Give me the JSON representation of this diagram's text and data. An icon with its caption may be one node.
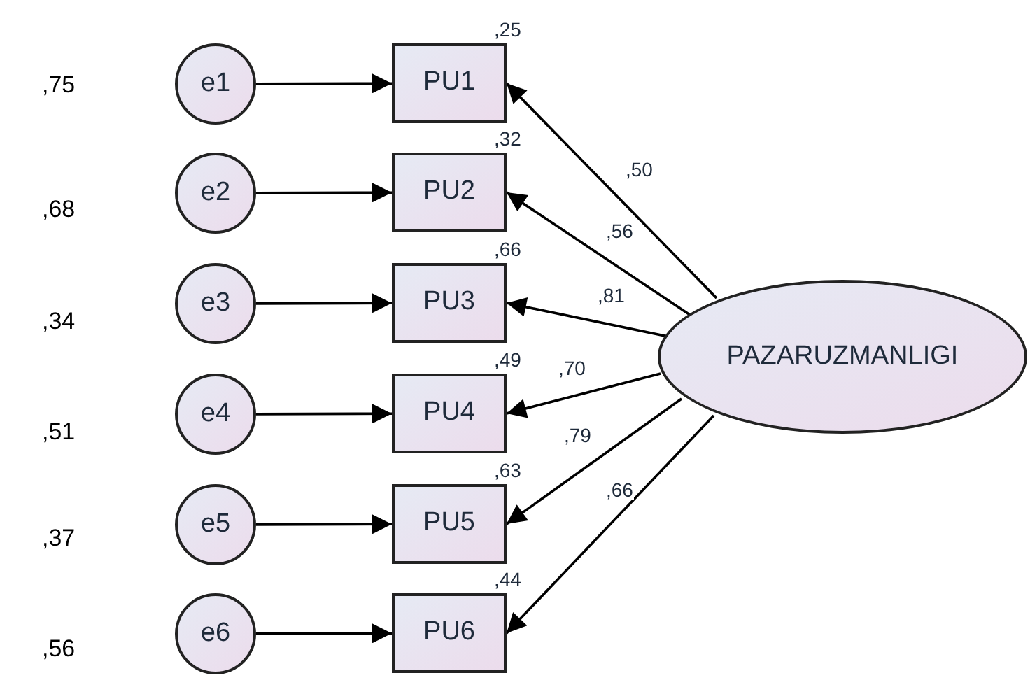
{
  "diagram": {
    "nodes": [
      {
        "text": [
          "e1"
        ]
      },
      {
        "text": [
          "e2"
        ]
      },
      {
        "text": [
          "e3"
        ]
      },
      {
        "text": [
          "e4"
        ]
      },
      {
        "text": [
          "e5"
        ]
      },
      {
        "text": [
          "e6"
        ]
      },
      {
        "text": [
          "PU1"
        ],
        "beside": [
          ",25"
        ]
      },
      {
        "text": [
          "PU2"
        ],
        "beside": [
          ",32"
        ]
      },
      {
        "text": [
          "PU3"
        ],
        "beside": [
          ",66"
        ]
      },
      {
        "text": [
          "PU4"
        ],
        "beside": [
          ",49"
        ]
      },
      {
        "text": [
          "PU5"
        ],
        "beside": [
          ",63"
        ]
      },
      {
        "text": [
          "PU6"
        ],
        "beside": [
          ",44"
        ]
      },
      {
        "text": [
          "PAZARUZMANLIGI"
        ]
      }
    ],
    "edges": [
      {
        "from": 0,
        "to": 6,
        "arrow": "to"
      },
      {
        "from": 1,
        "to": 7,
        "arrow": "to"
      },
      {
        "from": 2,
        "to": 8,
        "arrow": "to"
      },
      {
        "from": 3,
        "to": 9,
        "arrow": "to"
      },
      {
        "from": 4,
        "to": 10,
        "arrow": "to"
      },
      {
        "from": 5,
        "to": 11,
        "arrow": "to"
      },
      {
        "from": 12,
        "to": 6,
        "arrow": "to",
        "label": ",50"
      },
      {
        "from": 12,
        "to": 7,
        "arrow": "to",
        "label": ",56"
      },
      {
        "from": 12,
        "to": 8,
        "arrow": "to",
        "label": ",81"
      },
      {
        "from": 12,
        "to": 9,
        "arrow": "to",
        "label": ",70"
      },
      {
        "from": 12,
        "to": 10,
        "arrow": "to",
        "label": ",79"
      },
      {
        "from": 12,
        "to": 11,
        "arrow": "to",
        "label": ",66"
      }
    ],
    "labels": [
      ",75",
      ",68",
      ",34",
      ",51",
      ",37",
      ",56"
    ]
  }
}
